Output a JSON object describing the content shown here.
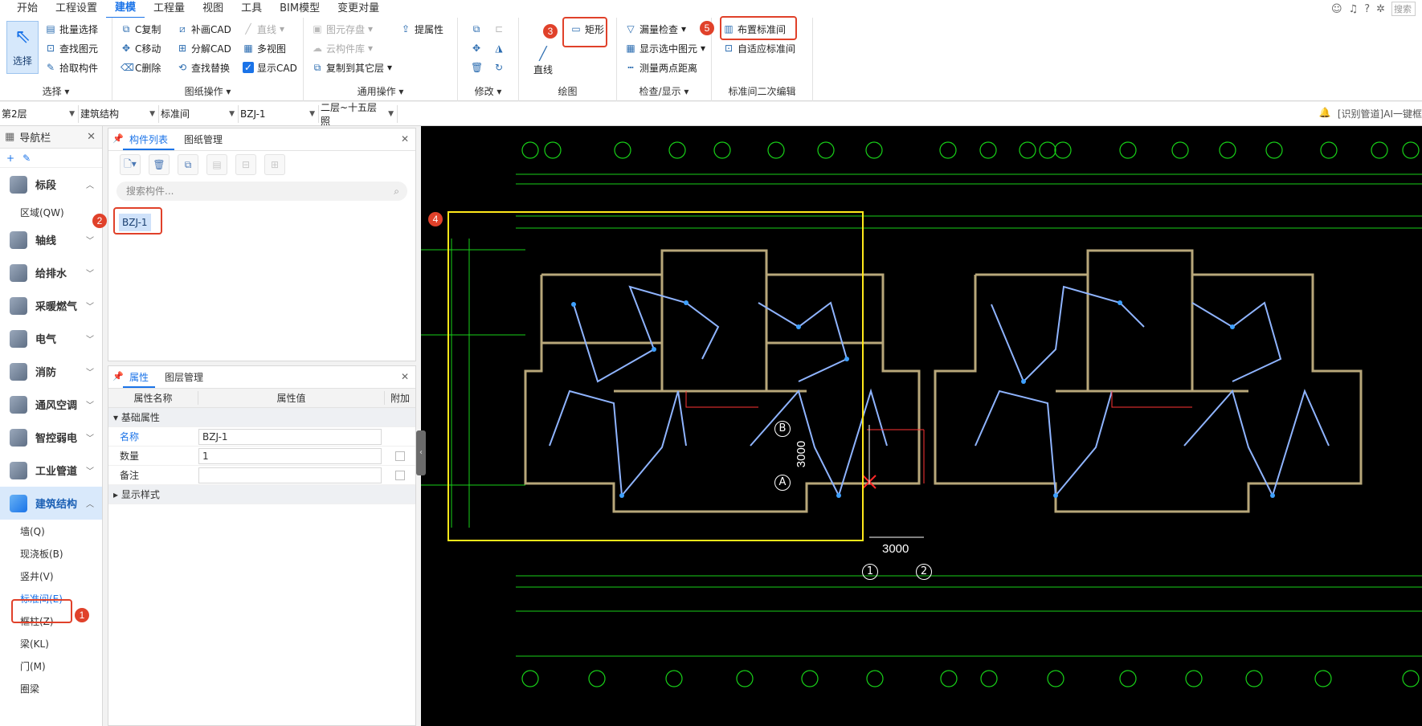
{
  "menu": [
    "开始",
    "工程设置",
    "建模",
    "工程量",
    "视图",
    "工具",
    "BIM模型",
    "变更对量"
  ],
  "menu_active": "建模",
  "top_right": {
    "search_placeholder": "搜索"
  },
  "ribbon": {
    "select_group": {
      "title": "选择",
      "big_button": "选择",
      "items": [
        "批量选择",
        "查找图元",
        "拾取构件"
      ]
    },
    "drawing_ops": {
      "title": "图纸操作",
      "items": [
        "C复制",
        "C移动",
        "C删除",
        "补画CAD",
        "分解CAD",
        "查找替换",
        "直线",
        "多视图",
        "显示CAD"
      ]
    },
    "general_ops": {
      "title": "通用操作",
      "items": [
        "图元存盘",
        "云构件库",
        "复制到其它层",
        "提属性"
      ]
    },
    "modify": {
      "title": "修改"
    },
    "draw": {
      "title": "绘图",
      "line": "直线",
      "rect": "矩形"
    },
    "check_display": {
      "title": "检查/显示",
      "items": [
        "漏量检查",
        "显示选中图元",
        "测量两点距离"
      ]
    },
    "std_room_edit": {
      "title": "标准间二次编辑",
      "items": [
        "布置标准间",
        "自适应标准间"
      ]
    }
  },
  "selectors": [
    "第2层",
    "建筑结构",
    "标准间",
    "BZJ-1",
    "二层~十五层照"
  ],
  "notice": "[识别管道]AI一键框",
  "nav": {
    "title": "导航栏",
    "categories": [
      {
        "label": "标段",
        "subs": [
          "区域(QW)"
        ]
      },
      {
        "label": "轴线"
      },
      {
        "label": "给排水"
      },
      {
        "label": "采暖燃气"
      },
      {
        "label": "电气"
      },
      {
        "label": "消防"
      },
      {
        "label": "通风空调"
      },
      {
        "label": "智控弱电"
      },
      {
        "label": "工业管道"
      },
      {
        "label": "建筑结构",
        "active": true
      }
    ],
    "sub_items": [
      "墙(Q)",
      "现浇板(B)",
      "竖井(V)",
      "标准间(E)",
      "框柱(Z)",
      "梁(KL)",
      "门(M)",
      "圈梁"
    ]
  },
  "component_panel": {
    "tabs": [
      "构件列表",
      "图纸管理"
    ],
    "search_placeholder": "搜索构件...",
    "items": [
      "BZJ-1"
    ]
  },
  "props_panel": {
    "tabs": [
      "属性",
      "图层管理"
    ],
    "headers": [
      "属性名称",
      "属性值",
      "附加"
    ],
    "section_basic": "基础属性",
    "rows": [
      {
        "name": "名称",
        "value": "BZJ-1"
      },
      {
        "name": "数量",
        "value": "1"
      },
      {
        "name": "备注",
        "value": ""
      }
    ],
    "section_display": "显示样式"
  },
  "canvas": {
    "dims": [
      "3000",
      "3000"
    ],
    "axis_labels": [
      "A",
      "B",
      "1",
      "2"
    ]
  },
  "callouts": [
    "1",
    "2",
    "3",
    "4",
    "5"
  ]
}
